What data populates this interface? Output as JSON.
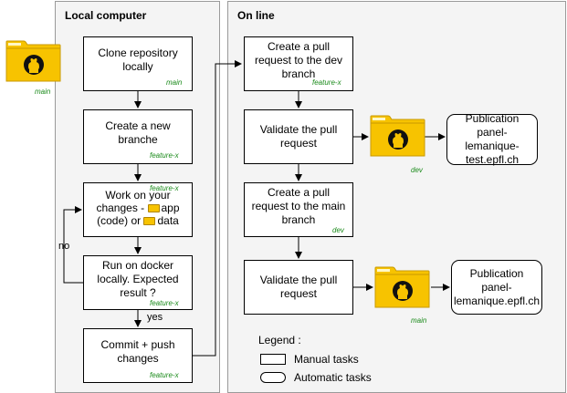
{
  "local_panel": {
    "title": "Local computer"
  },
  "online_panel": {
    "title": "On line"
  },
  "steps": {
    "clone": {
      "label": "Clone repository locally",
      "tag": "main"
    },
    "new_branch": {
      "label": "Create a new branche",
      "tag": "feature-x"
    },
    "work": {
      "line1": "Work on your",
      "line2a": "changes - ",
      "line2b": "app",
      "line3a": "(code) or ",
      "line3b": "data",
      "tag": "feature-x"
    },
    "docker": {
      "label": "Run on docker locally. Expected result ?",
      "tag": "feature-x"
    },
    "commit": {
      "label": "Commit  + push changes",
      "tag": "feature-x"
    },
    "pr_dev": {
      "label": "Create a pull request to the dev branch",
      "tag": "feature-x"
    },
    "validate_dev": {
      "label": "Validate the pull request"
    },
    "pr_main": {
      "label": "Create a pull request to the main branch",
      "tag": "dev"
    },
    "validate_main": {
      "label": "Validate the pull request"
    },
    "pub_test": {
      "label": "Publication panel-lemanique-test.epfl.ch"
    },
    "pub_prod": {
      "label": "Publication panel-lemanique.epfl.ch"
    }
  },
  "edge_labels": {
    "no": "no",
    "yes": "yes"
  },
  "repos": {
    "main_left": {
      "icon": "github-folder-icon",
      "tag": "main"
    },
    "dev": {
      "icon": "github-folder-icon",
      "tag": "dev"
    },
    "main_right": {
      "icon": "github-folder-icon",
      "tag": "main"
    }
  },
  "legend": {
    "title": "Legend :",
    "manual": "Manual tasks",
    "automatic": "Automatic tasks"
  },
  "colors": {
    "folder": "#f7c300",
    "folder_dark": "#c99a00",
    "tag_green": "#1a8a1a",
    "panel_bg": "#f4f4f4"
  }
}
